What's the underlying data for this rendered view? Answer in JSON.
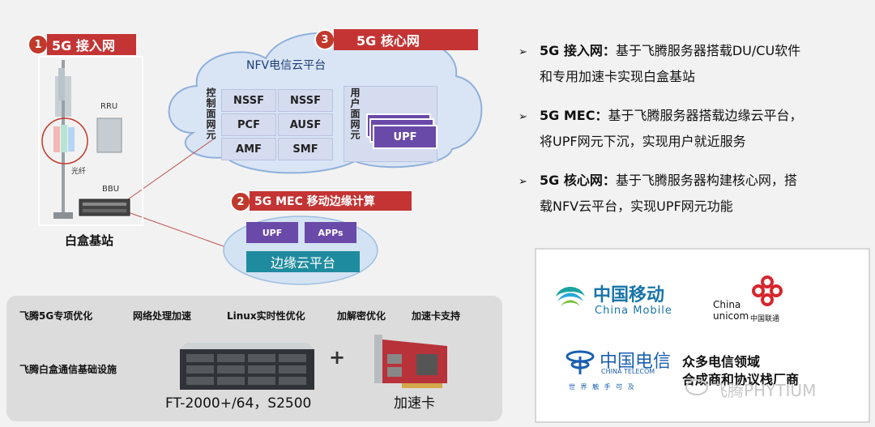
{
  "access": {
    "num": "1",
    "label": "5G 接入网",
    "rru": "RRU",
    "fiber": "光纤",
    "bbu": "BBU",
    "caption": "白盒基站"
  },
  "core": {
    "num": "3",
    "label": "5G 核心网",
    "cloud_title": "NFV电信云平台",
    "control_plane": "控制面网元",
    "cells": [
      "NSSF",
      "NSSF",
      "PCF",
      "AUSF",
      "AMF",
      "SMF"
    ],
    "user_plane": "用户面网元",
    "upf": "UPF"
  },
  "mec": {
    "num": "2",
    "label": "5G MEC 移动边缘计算",
    "upf": "UPF",
    "apps": "APPs",
    "platform": "边缘云平台"
  },
  "bottom": {
    "optimizations": [
      "飞腾5G专项优化",
      "网络处理加速",
      "Linux实时性优化",
      "加解密优化",
      "加速卡支持"
    ],
    "infra": "飞腾白盒通信基础设施",
    "plus": "+",
    "server_caption": "FT-2000+/64，S2500",
    "card_caption": "加速卡"
  },
  "bullets": [
    {
      "head": "5G 接入网：",
      "line1": "基于飞腾服务器搭载DU/CU软件",
      "line2": "和专用加速卡实现白盒基站"
    },
    {
      "head": "5G MEC：",
      "line1": "基于飞腾服务器搭载边缘云平台，",
      "line2": "将UPF网元下沉，实现用户就近服务"
    },
    {
      "head": "5G 核心网：",
      "line1": "基于飞腾服务器构建核心网，搭",
      "line2": "载NFV云平台，实现UPF网元功能"
    }
  ],
  "logos": {
    "cmcc_cn": "中国移动",
    "cmcc_en": "China Mobile",
    "unicom_en1": "China",
    "unicom_en2": "unicom",
    "unicom_cn": "中国联通",
    "telecom_cn": "中国电信",
    "telecom_en": "CHINA TELECOM",
    "telecom_slogan": "世 界 触 手 可 及",
    "vendors": "众多电信领域\n合成商和协议栈厂商"
  },
  "watermark": "飞腾PHYTIUM",
  "colors": {
    "red": "#c43434",
    "purple": "#6a4aa8",
    "teal": "#1f8b9f",
    "cell": "#d5dcef"
  }
}
